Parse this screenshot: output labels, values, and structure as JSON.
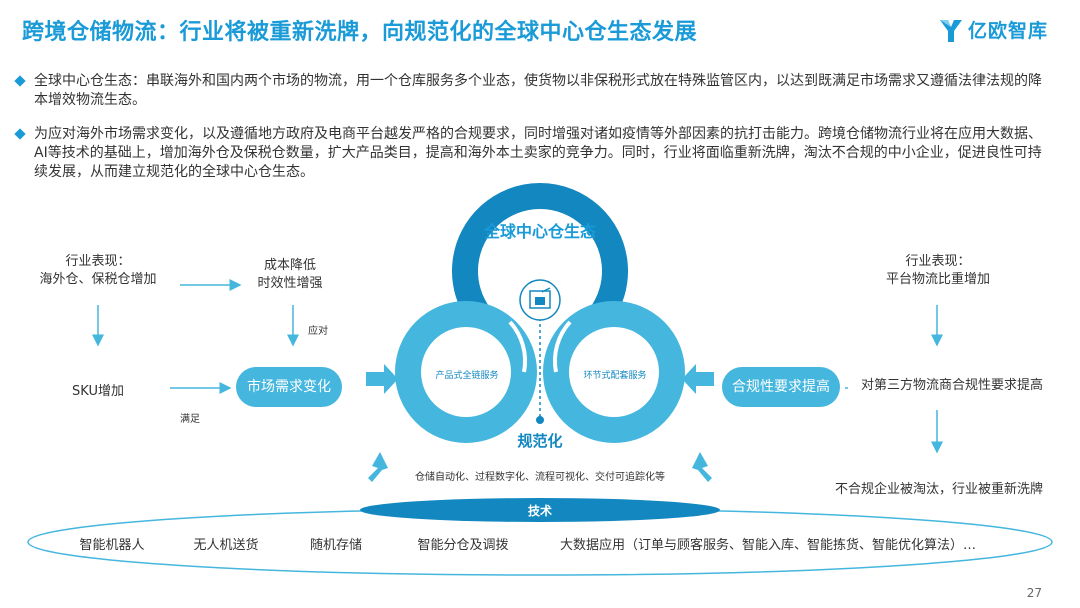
{
  "header": {
    "title": "跨境仓储物流：行业将被重新洗牌，向规范化的全球中心仓生态发展",
    "logo_text": "亿欧智库"
  },
  "bullets": [
    "全球中心仓生态：串联海外和国内两个市场的物流，用一个仓库服务多个业态，使货物以非保税形式放在特殊监管区内，以达到既满足市场需求又遵循法律法规的降本增效物流生态。",
    "为应对海外市场需求变化，以及遵循地方政府及电商平台越发严格的合规要求，同时增强对诸如疫情等外部因素的抗打击能力。跨境仓储物流行业将在应用大数据、AI等技术的基础上，增加海外仓及保税仓数量，扩大产品类目，提高和海外本土卖家的竞争力。同时，行业将面临重新洗牌，淘汰不合规的中小企业，促进良性可持续发展，从而建立规范化的全球中心仓生态。"
  ],
  "diagram": {
    "center_title": "全球中心仓生态",
    "left_circle": "产品式全链服务",
    "right_circle": "环节式配套服务",
    "bottom_label": "规范化",
    "process_text": "仓储自动化、过程数字化、流程可视化、交付可追踪化等",
    "left": {
      "perf_title": "行业表现：",
      "perf_value": "海外仓、保税仓增加",
      "cost_line1": "成本降低",
      "cost_line2": "时效性增强",
      "respond": "应对",
      "sku": "SKU增加",
      "satisfy": "满足",
      "market_pill": "市场需求变化"
    },
    "right": {
      "perf_title": "行业表现：",
      "perf_value": "平台物流比重增加",
      "compliance_pill": "合规性要求提高",
      "third_party": "对第三方物流商合规性要求提高",
      "eliminate": "不合规企业被淘汰，行业被重新洗牌"
    },
    "tech": {
      "label": "技术",
      "items": [
        "智能机器人",
        "无人机送货",
        "随机存储",
        "智能分仓及调拨",
        "大数据应用（订单与顾客服务、智能入库、智能拣货、智能优化算法）…"
      ]
    }
  },
  "page_number": "27",
  "colors": {
    "primary": "#1a9bd7",
    "light": "#45b6de",
    "dark": "#1387c0"
  },
  "icons": {
    "center": "warehouse-icon"
  }
}
